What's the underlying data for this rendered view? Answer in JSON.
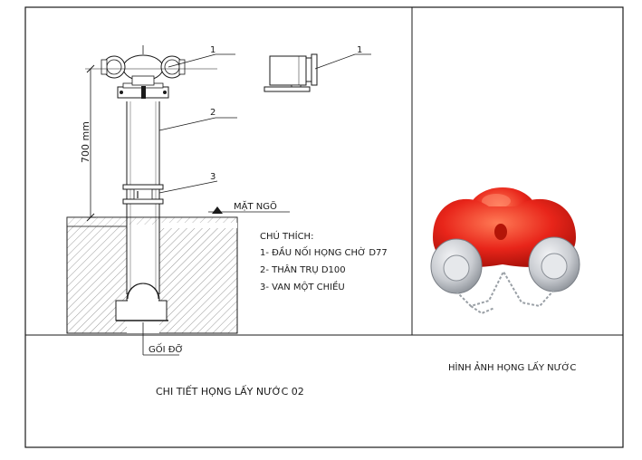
{
  "callouts": {
    "coupling_front": "1",
    "coupling_side": "1",
    "body": "2",
    "valve": "3"
  },
  "dimension": {
    "height_label": "700 mm"
  },
  "ground_label": "MẶT NGÕ",
  "legend": {
    "title": "CHÚ THÍCH:",
    "items": [
      "1- ĐẦU NỐI HỌNG CHỜ D77",
      "2- THÂN TRỤ D100",
      "3- VAN MỘT CHIỀU"
    ]
  },
  "support_label": "GỐI ĐỠ",
  "drawing_caption": "CHI TIẾT HỌNG LẤY NƯỚC 02",
  "photo_caption": "HÌNH ẢNH HỌNG LẤY NƯỚC",
  "colors": {
    "hydrant_red": "#e8251a",
    "cap_silver": "#c9ccd1",
    "line": "#1a1a1a"
  }
}
